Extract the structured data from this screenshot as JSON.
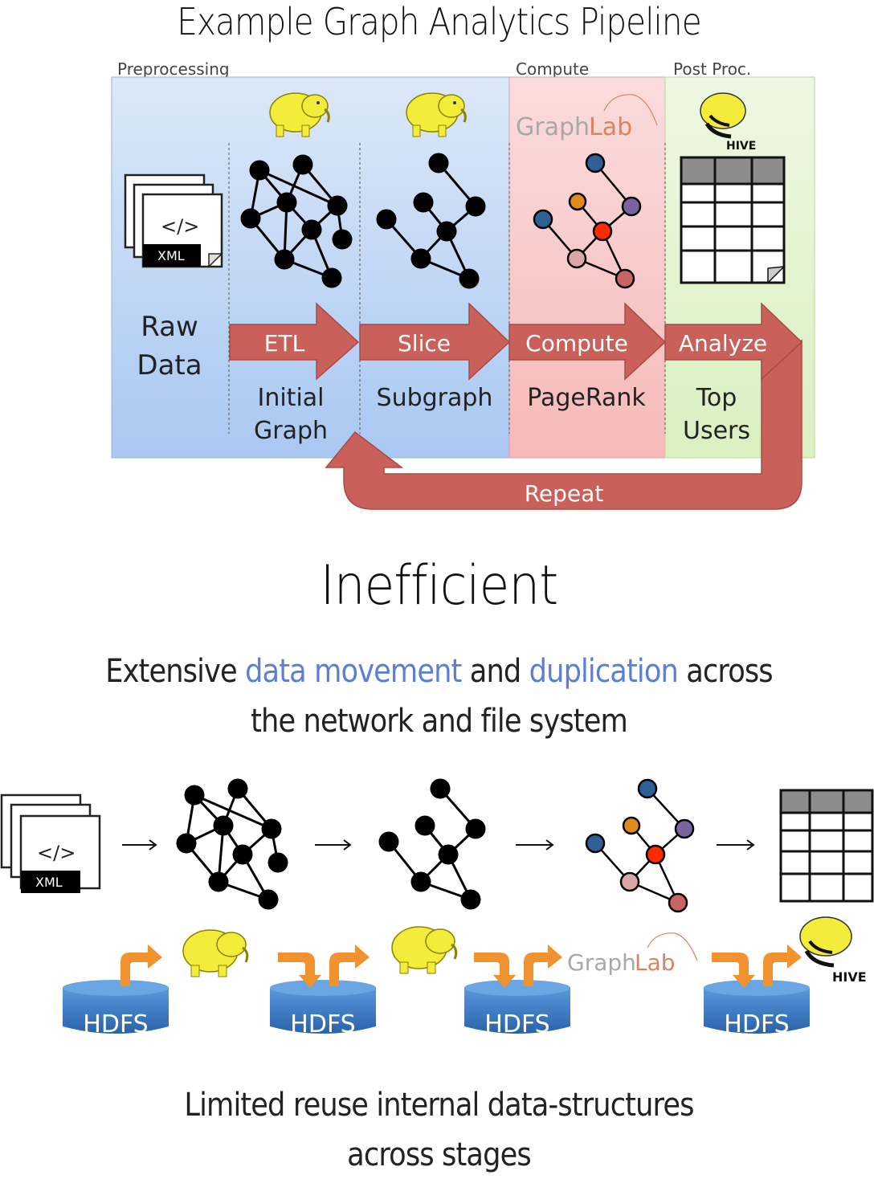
{
  "title": "Example Graph Analytics Pipeline",
  "sections": [
    {
      "label": "Preprocessing",
      "color": "#c4d9f7"
    },
    {
      "label": "Compute",
      "color": "#f9cfcf"
    },
    {
      "label": "Post Proc.",
      "color": "#e6f5d2"
    }
  ],
  "pipeline": {
    "source_label": [
      "Raw",
      "Data"
    ],
    "stages": [
      {
        "arrow": "ETL",
        "output": [
          "Initial",
          "Graph"
        ],
        "tool": "hadoop-elephant-icon"
      },
      {
        "arrow": "Slice",
        "output": [
          "Subgraph"
        ],
        "tool": "hadoop-elephant-icon"
      },
      {
        "arrow": "Compute",
        "output": [
          "PageRank"
        ],
        "tool": "graphlab-logo"
      },
      {
        "arrow": "Analyze",
        "output": [
          "Top",
          "Users"
        ],
        "tool": "hive-logo"
      }
    ],
    "loop_label": "Repeat",
    "arrow_color": "#c9605a"
  },
  "icons": {
    "xml_label": "XML",
    "xml_glyph": "</>",
    "graphlab": {
      "part1": "Graph",
      "part2": "Lab"
    },
    "hive": "HIVE"
  },
  "node_colors": {
    "black": "#000000",
    "blue": "#2f5f94",
    "orange": "#e08a1e",
    "purple": "#7a64a0",
    "red": "#ff2a00",
    "pink": "#dba6a6",
    "rose": "#c96464"
  },
  "verdict": "Inefficient",
  "point1": {
    "parts": [
      "Extensive ",
      "data movement",
      " and ",
      "duplication",
      " across"
    ],
    "line2": "the network and file system"
  },
  "storage_label": "HDFS",
  "point2": {
    "line1": "Limited reuse internal data-structures",
    "line2": "across stages"
  }
}
